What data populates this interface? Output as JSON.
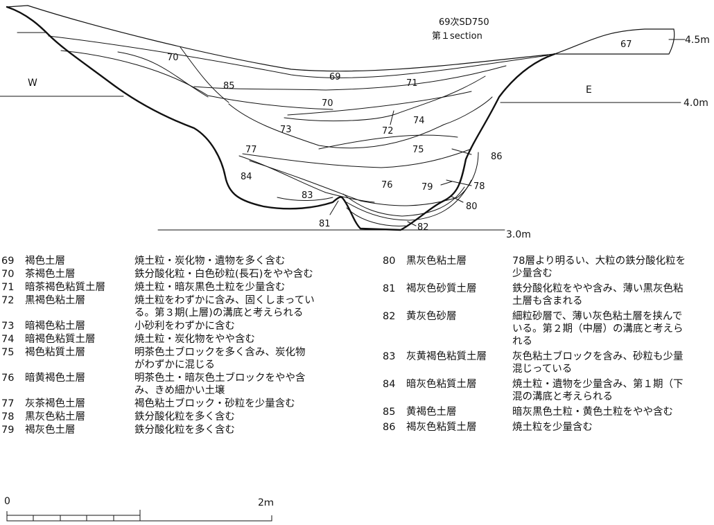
{
  "title": {
    "line1": "69次SD750",
    "line2": "第１section"
  },
  "directions": {
    "west": "W",
    "east": "E"
  },
  "elevations": {
    "high": "4.5m",
    "mid": "4.0m",
    "low": "3.0m"
  },
  "layer_labels": [
    {
      "id": "l67",
      "text": "67"
    },
    {
      "id": "l69",
      "text": "69"
    },
    {
      "id": "l70a",
      "text": "70"
    },
    {
      "id": "l70b",
      "text": "70"
    },
    {
      "id": "l71",
      "text": "71"
    },
    {
      "id": "l72",
      "text": "72"
    },
    {
      "id": "l73",
      "text": "73"
    },
    {
      "id": "l74",
      "text": "74"
    },
    {
      "id": "l75",
      "text": "75"
    },
    {
      "id": "l76",
      "text": "76"
    },
    {
      "id": "l77",
      "text": "77"
    },
    {
      "id": "l78",
      "text": "78"
    },
    {
      "id": "l79",
      "text": "79"
    },
    {
      "id": "l80",
      "text": "80"
    },
    {
      "id": "l81",
      "text": "81"
    },
    {
      "id": "l82",
      "text": "82"
    },
    {
      "id": "l83",
      "text": "83"
    },
    {
      "id": "l84",
      "text": "84"
    },
    {
      "id": "l85",
      "text": "85"
    },
    {
      "id": "l86",
      "text": "86"
    }
  ],
  "legend_left": [
    {
      "num": "69",
      "name": "褐色土層",
      "desc": [
        "焼土粒・炭化物・遺物を多く含む"
      ]
    },
    {
      "num": "70",
      "name": "茶褐色土層",
      "desc": [
        "鉄分酸化粒・白色砂粒(長石)をやや含む"
      ]
    },
    {
      "num": "71",
      "name": "暗茶褐色粘質土層",
      "desc": [
        "焼土粒・暗灰黒色土粒を少量含む"
      ]
    },
    {
      "num": "72",
      "name": "黒褐色粘土層",
      "desc": [
        "焼土粒をわずかに含み、固くしまってい",
        "る。第３期(上層)の溝底と考えられる"
      ]
    },
    {
      "num": "73",
      "name": "暗褐色粘土層",
      "desc": [
        "小砂利をわずかに含む"
      ]
    },
    {
      "num": "74",
      "name": "暗褐色粘質土層",
      "desc": [
        "焼土粒・炭化物をやや含む"
      ]
    },
    {
      "num": "75",
      "name": "褐色粘質土層",
      "desc": [
        "明茶色土ブロックを多く含み、炭化物",
        "がわずかに混じる"
      ]
    },
    {
      "num": "76",
      "name": "暗黄褐色土層",
      "desc": [
        "明茶色土・暗灰色土ブロックをやや含",
        "み、きめ細かい土壌"
      ]
    },
    {
      "num": "77",
      "name": "灰茶褐色土層",
      "desc": [
        "褐色粘土ブロック・砂粒を少量含む"
      ]
    },
    {
      "num": "78",
      "name": "黒灰色粘土層",
      "desc": [
        "鉄分酸化粒を多く含む"
      ]
    },
    {
      "num": "79",
      "name": "褐灰色土層",
      "desc": [
        "鉄分酸化粒を多く含む"
      ]
    }
  ],
  "legend_right": [
    {
      "num": "80",
      "name": "黒灰色粘土層",
      "desc": [
        "78層より明るい、大粒の鉄分酸化粒を",
        "少量含む"
      ]
    },
    {
      "num": "81",
      "name": "褐灰色砂質土層",
      "desc": [
        "鉄分酸化粒をやや含み、薄い黒灰色粘",
        "土層も含まれる"
      ]
    },
    {
      "num": "82",
      "name": "黄灰色砂層",
      "desc": [
        "細粒砂層で、薄い灰色粘土層を挟んで",
        "いる。第２期（中層）の溝底と考えら",
        "れる"
      ]
    },
    {
      "num": "83",
      "name": "灰黄褐色粘質土層",
      "desc": [
        "灰色粘土ブロックを含み、砂粒も少量",
        "混じっている"
      ]
    },
    {
      "num": "84",
      "name": "暗灰色粘質土層",
      "desc": [
        "焼土粒・遺物を少量含み、第１期（下",
        "混の溝底と考えられる"
      ]
    },
    {
      "num": "85",
      "name": "黄褐色土層",
      "desc": [
        "暗灰黒色土粒・黄色土粒をやや含む"
      ]
    },
    {
      "num": "86",
      "name": "褐灰色粘質土層",
      "desc": [
        "焼土粒を少量含む"
      ]
    }
  ],
  "scale": {
    "start": "0",
    "end": "2ｍ"
  }
}
